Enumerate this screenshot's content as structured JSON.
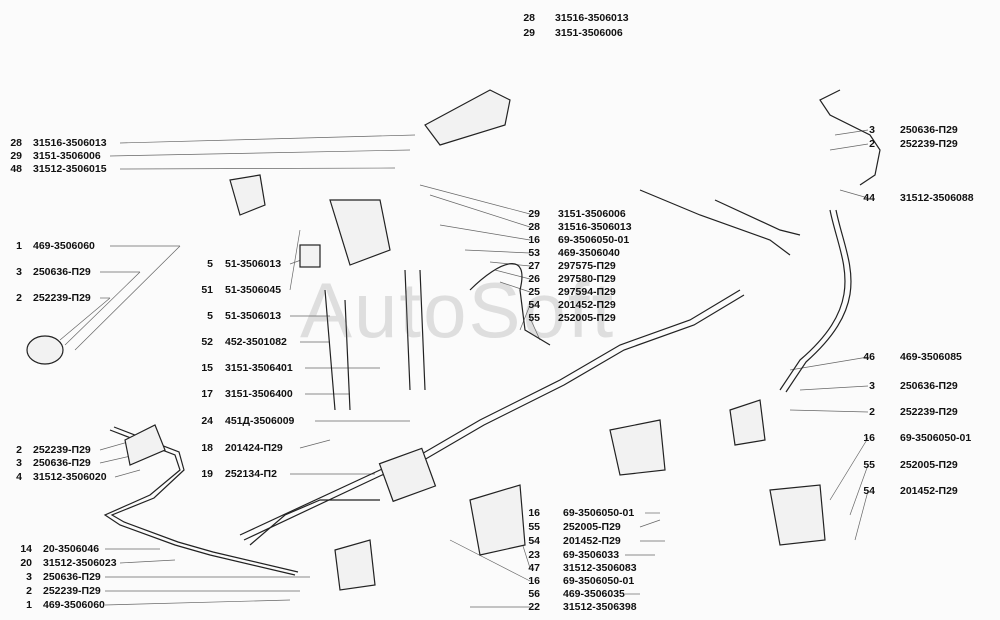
{
  "watermark": "AutoSoft",
  "callouts": [
    {
      "num": "28",
      "code": "31516-3506013"
    },
    {
      "num": "29",
      "code": "3151-3506006"
    },
    {
      "num": "28",
      "code": "31516-3506013"
    },
    {
      "num": "29",
      "code": "3151-3506006"
    },
    {
      "num": "48",
      "code": "31512-3506015"
    },
    {
      "num": "1",
      "code": "469-3506060"
    },
    {
      "num": "3",
      "code": "250636-П29"
    },
    {
      "num": "2",
      "code": "252239-П29"
    },
    {
      "num": "2",
      "code": "252239-П29"
    },
    {
      "num": "3",
      "code": "250636-П29"
    },
    {
      "num": "4",
      "code": "31512-3506020"
    },
    {
      "num": "14",
      "code": "20-3506046"
    },
    {
      "num": "20",
      "code": "31512-3506023"
    },
    {
      "num": "3",
      "code": "250636-П29"
    },
    {
      "num": "2",
      "code": "252239-П29"
    },
    {
      "num": "1",
      "code": "469-3506060"
    },
    {
      "num": "5",
      "code": "51-3506013"
    },
    {
      "num": "51",
      "code": "51-3506045"
    },
    {
      "num": "5",
      "code": "51-3506013"
    },
    {
      "num": "52",
      "code": "452-3501082"
    },
    {
      "num": "15",
      "code": "3151-3506401"
    },
    {
      "num": "17",
      "code": "3151-3506400"
    },
    {
      "num": "24",
      "code": "451Д-3506009"
    },
    {
      "num": "18",
      "code": "201424-П29"
    },
    {
      "num": "19",
      "code": "252134-П2"
    },
    {
      "num": "29",
      "code": "3151-3506006"
    },
    {
      "num": "28",
      "code": "31516-3506013"
    },
    {
      "num": "16",
      "code": "69-3506050-01"
    },
    {
      "num": "53",
      "code": "469-3506040"
    },
    {
      "num": "27",
      "code": "297575-П29"
    },
    {
      "num": "26",
      "code": "297580-П29"
    },
    {
      "num": "25",
      "code": "297594-П29"
    },
    {
      "num": "54",
      "code": "201452-П29"
    },
    {
      "num": "55",
      "code": "252005-П29"
    },
    {
      "num": "16",
      "code": "69-3506050-01"
    },
    {
      "num": "55",
      "code": "252005-П29"
    },
    {
      "num": "54",
      "code": "201452-П29"
    },
    {
      "num": "23",
      "code": "69-3506033"
    },
    {
      "num": "47",
      "code": "31512-3506083"
    },
    {
      "num": "16",
      "code": "69-3506050-01"
    },
    {
      "num": "56",
      "code": "469-3506035"
    },
    {
      "num": "22",
      "code": "31512-3506398"
    },
    {
      "num": "3",
      "code": "250636-П29"
    },
    {
      "num": "2",
      "code": "252239-П29"
    },
    {
      "num": "44",
      "code": "31512-3506088"
    },
    {
      "num": "46",
      "code": "469-3506085"
    },
    {
      "num": "3",
      "code": "250636-П29"
    },
    {
      "num": "2",
      "code": "252239-П29"
    },
    {
      "num": "16",
      "code": "69-3506050-01"
    },
    {
      "num": "55",
      "code": "252005-П29"
    },
    {
      "num": "54",
      "code": "201452-П29"
    }
  ]
}
